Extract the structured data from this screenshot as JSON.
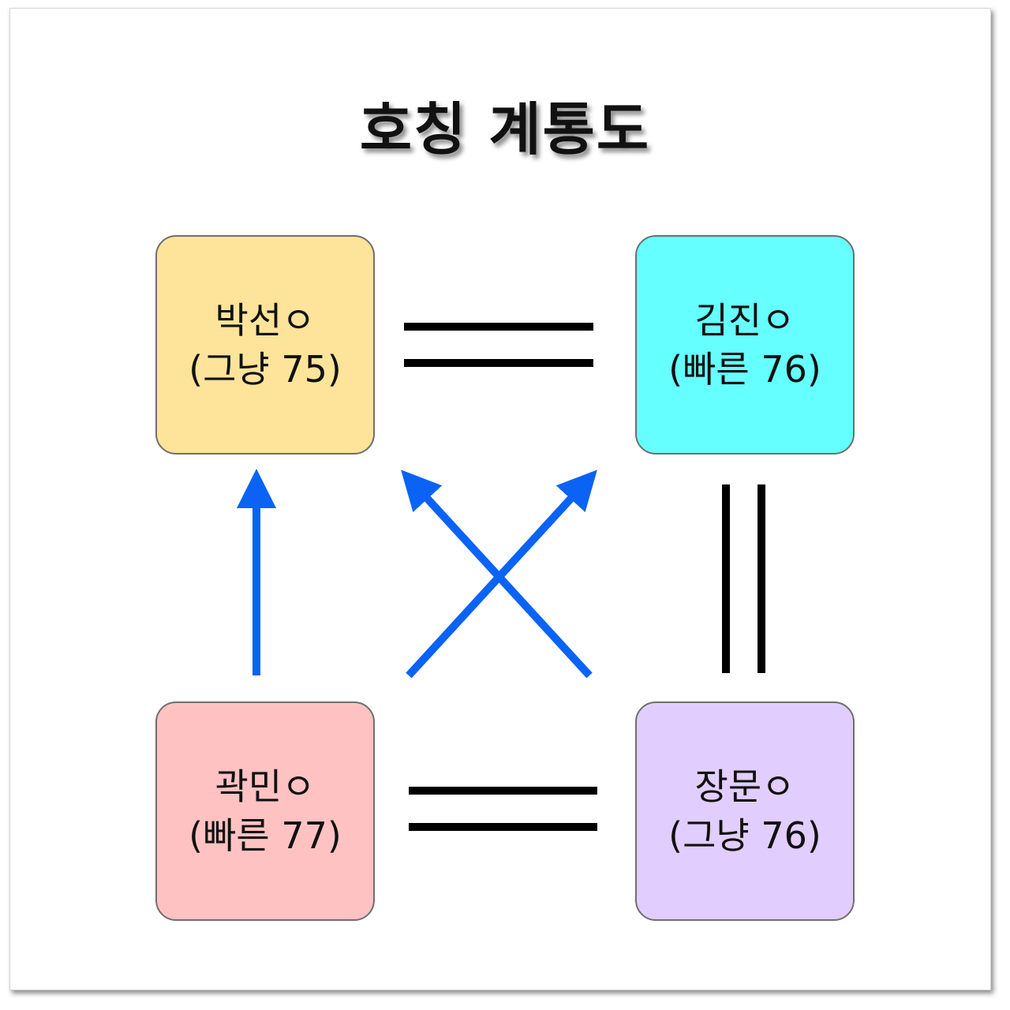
{
  "title": "호칭 계통도",
  "nodes": {
    "top_left": {
      "name": "박선ㅇ",
      "note": "(그냥 75)",
      "color": "#fde49a"
    },
    "top_right": {
      "name": "김진ㅇ",
      "note": "(빠른 76)",
      "color": "#66ffff"
    },
    "bottom_left": {
      "name": "곽민ㅇ",
      "note": "(빠른 77)",
      "color": "#ffc2c2"
    },
    "bottom_right": {
      "name": "장문ㅇ",
      "note": "(그냥 76)",
      "color": "#e2cdff"
    }
  },
  "relations": [
    {
      "from": "top_left",
      "to": "top_right",
      "kind": "equal"
    },
    {
      "from": "top_right",
      "to": "bottom_right",
      "kind": "equal"
    },
    {
      "from": "bottom_left",
      "to": "bottom_right",
      "kind": "equal"
    },
    {
      "from": "bottom_left",
      "to": "top_left",
      "kind": "arrow"
    },
    {
      "from": "bottom_left",
      "to": "top_right",
      "kind": "arrow"
    },
    {
      "from": "bottom_right",
      "to": "top_left",
      "kind": "arrow"
    }
  ],
  "colors": {
    "arrow": "#0a63f5",
    "equal": "#000000"
  }
}
